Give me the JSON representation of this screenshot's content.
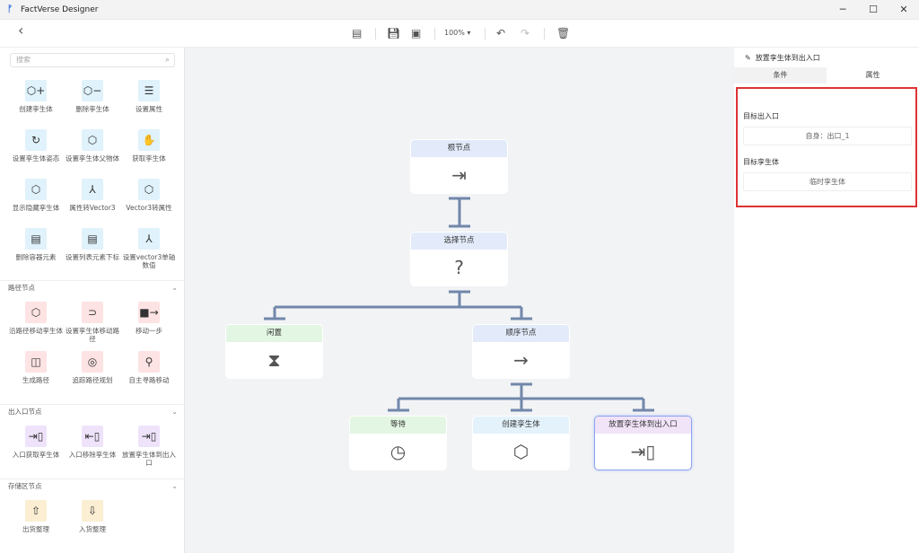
{
  "window": {
    "title": "FactVerse Designer",
    "minimize": "─",
    "maximize": "☐",
    "close": "✕"
  },
  "toolbar": {
    "back": "‹",
    "zoom": "100%",
    "zoom_caret": "▾"
  },
  "palette": {
    "search_placeholder": "搜索",
    "general": [
      {
        "label": "创建孪生体",
        "icon": "⬡+"
      },
      {
        "label": "删除孪生体",
        "icon": "⬡−"
      },
      {
        "label": "设置属性",
        "icon": "☰"
      },
      {
        "label": "设置孪生体姿态",
        "icon": "↻"
      },
      {
        "label": "设置孪生体父物体",
        "icon": "⬡"
      },
      {
        "label": "获取孪生体",
        "icon": "✋"
      },
      {
        "label": "显示隐藏孪生体",
        "icon": "⬡"
      },
      {
        "label": "属性转Vector3",
        "icon": "⅄"
      },
      {
        "label": "Vector3转属性",
        "icon": "⬡"
      },
      {
        "label": "删除容器元素",
        "icon": "▤"
      },
      {
        "label": "设置列表元素下标",
        "icon": "▤"
      },
      {
        "label": "设置vector3单轴数值",
        "icon": "⅄"
      }
    ],
    "sections": [
      {
        "title": "路径节点",
        "color": "#fde3e3",
        "items": [
          {
            "label": "沿路径移动孪生体",
            "icon": "⬡"
          },
          {
            "label": "设置孪生体移动路径",
            "icon": "⊃"
          },
          {
            "label": "移动一步",
            "icon": "■→"
          },
          {
            "label": "生成路径",
            "icon": "◫"
          },
          {
            "label": "追踪路径规划",
            "icon": "◎"
          },
          {
            "label": "自主寻路移动",
            "icon": "⚲"
          }
        ]
      },
      {
        "title": "出入口节点",
        "color": "#efe3fb",
        "items": [
          {
            "label": "入口获取孪生体",
            "icon": "⇥▯"
          },
          {
            "label": "入口移除孪生体",
            "icon": "⇤▯"
          },
          {
            "label": "放置孪生体到出入口",
            "icon": "⇥▯"
          }
        ]
      },
      {
        "title": "存储区节点",
        "color": "#fbeed2",
        "items": [
          {
            "label": "出货整理",
            "icon": "⇧"
          },
          {
            "label": "入货整理",
            "icon": "⇩"
          }
        ]
      }
    ],
    "chevron": "⌄"
  },
  "tree": {
    "nodes": [
      {
        "id": "root",
        "label": "根节点",
        "icon": "⇥",
        "color": "#e3ebfb"
      },
      {
        "id": "select",
        "label": "选择节点",
        "icon": "?",
        "color": "#e3ebfb"
      },
      {
        "id": "idle",
        "label": "闲置",
        "icon": "⧗",
        "color": "#e3f6e3"
      },
      {
        "id": "sequence",
        "label": "顺序节点",
        "icon": "→",
        "color": "#e3ebfb"
      },
      {
        "id": "wait",
        "label": "等待",
        "icon": "◷",
        "color": "#e3f6e3"
      },
      {
        "id": "create",
        "label": "创建孪生体",
        "icon": "⬡",
        "color": "#e3f2fb"
      },
      {
        "id": "place",
        "label": "放置孪生体到出入口",
        "icon": "⇥▯",
        "color": "#f1e3f8",
        "selected": true
      }
    ],
    "link_color": "#7187ab"
  },
  "inspector": {
    "title": "放置孪生体到出入口",
    "tabs": [
      "条件",
      "属性"
    ],
    "fields": [
      {
        "label": "目标出入口",
        "value": "自身：出口_1"
      },
      {
        "label": "目标孪生体",
        "value": "临时孪生体"
      }
    ]
  }
}
